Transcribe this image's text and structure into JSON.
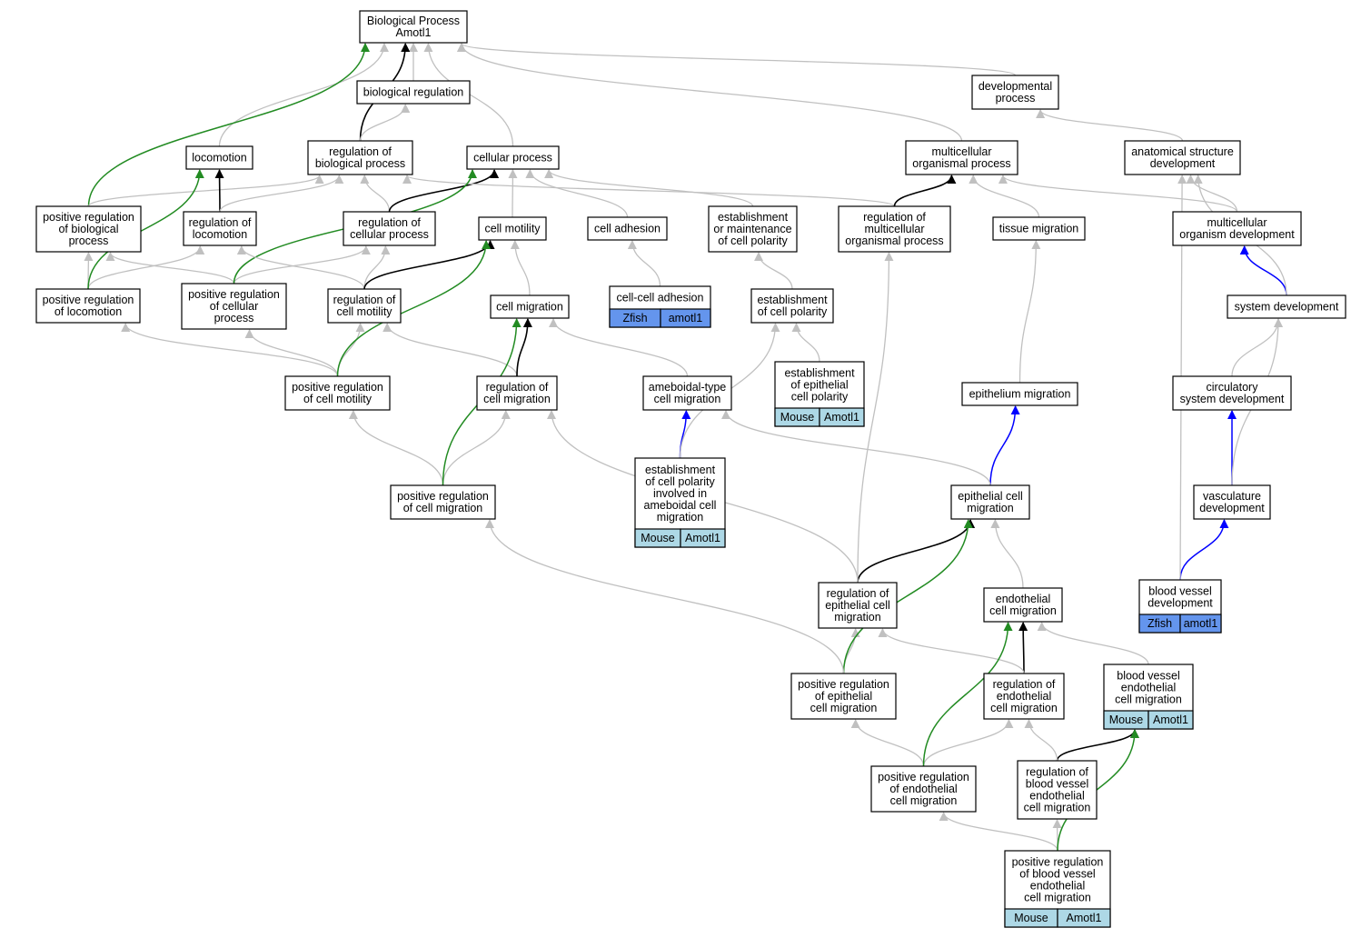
{
  "colors": {
    "is_a": "#c0c0c0",
    "part_of": "#000000",
    "positively_regulates": "#228b22",
    "regulates_blue": "#0000ff",
    "species_zfish": "#6495ed",
    "species_mouse": "#add8e6"
  },
  "nodes": {
    "root": {
      "lines": [
        "Biological Process",
        "Amotl1"
      ]
    },
    "bioreg": {
      "lines": [
        "biological regulation"
      ]
    },
    "devproc": {
      "lines": [
        "developmental",
        "process"
      ]
    },
    "locomotion": {
      "lines": [
        "locomotion"
      ]
    },
    "regbio": {
      "lines": [
        "regulation of",
        "biological process"
      ]
    },
    "cellproc": {
      "lines": [
        "cellular process"
      ]
    },
    "multiorg": {
      "lines": [
        "multicellular",
        "organismal process"
      ]
    },
    "anatdev": {
      "lines": [
        "anatomical structure",
        "development"
      ]
    },
    "posregbio": {
      "lines": [
        "positive regulation",
        "of biological",
        "process"
      ]
    },
    "regloco": {
      "lines": [
        "regulation of",
        "locomotion"
      ]
    },
    "regcell": {
      "lines": [
        "regulation of",
        "cellular process"
      ]
    },
    "cellmot": {
      "lines": [
        "cell motility"
      ]
    },
    "celladh": {
      "lines": [
        "cell adhesion"
      ]
    },
    "estmaint": {
      "lines": [
        "establishment",
        "or maintenance",
        "of cell polarity"
      ]
    },
    "regmulti": {
      "lines": [
        "regulation of",
        "multicellular",
        "organismal process"
      ]
    },
    "tissuemig": {
      "lines": [
        "tissue migration"
      ]
    },
    "multidev": {
      "lines": [
        "multicellular",
        "organism development"
      ]
    },
    "posregloco": {
      "lines": [
        "positive regulation",
        "of locomotion"
      ]
    },
    "posregcellproc": {
      "lines": [
        "positive regulation",
        "of cellular",
        "process"
      ]
    },
    "regcellmot": {
      "lines": [
        "regulation of",
        "cell motility"
      ]
    },
    "cellmig": {
      "lines": [
        "cell migration"
      ]
    },
    "ccadh": {
      "lines": [
        "cell-cell adhesion"
      ],
      "species": [
        "Zfish",
        "amotl1"
      ],
      "species_kind": "zfish"
    },
    "estpol": {
      "lines": [
        "establishment",
        "of cell polarity"
      ]
    },
    "sysdev": {
      "lines": [
        "system development"
      ]
    },
    "posregcellmot": {
      "lines": [
        "positive regulation",
        "of cell motility"
      ]
    },
    "regcellmig": {
      "lines": [
        "regulation of",
        "cell migration"
      ]
    },
    "amoeb": {
      "lines": [
        "ameboidal-type",
        "cell migration"
      ]
    },
    "estepipol": {
      "lines": [
        "establishment",
        "of epithelial",
        "cell polarity"
      ],
      "species": [
        "Mouse",
        "Amotl1"
      ],
      "species_kind": "mouse"
    },
    "epimig": {
      "lines": [
        "epithelium migration"
      ]
    },
    "circdev": {
      "lines": [
        "circulatory",
        "system development"
      ]
    },
    "estpolamoeb": {
      "lines": [
        "establishment",
        "of cell polarity",
        "involved in",
        "ameboidal cell",
        "migration"
      ],
      "species": [
        "Mouse",
        "Amotl1"
      ],
      "species_kind": "mouse"
    },
    "posregcellmig": {
      "lines": [
        "positive regulation",
        "of cell migration"
      ]
    },
    "epicellmig": {
      "lines": [
        "epithelial cell",
        "migration"
      ]
    },
    "vascdev": {
      "lines": [
        "vasculature",
        "development"
      ]
    },
    "bvdev": {
      "lines": [
        "blood vessel",
        "development"
      ],
      "species": [
        "Zfish",
        "amotl1"
      ],
      "species_kind": "zfish"
    },
    "regepicellmig": {
      "lines": [
        "regulation of",
        "epithelial cell",
        "migration"
      ]
    },
    "endomig": {
      "lines": [
        "endothelial",
        "cell migration"
      ]
    },
    "posregepi": {
      "lines": [
        "positive regulation",
        "of epithelial",
        "cell migration"
      ]
    },
    "regendo": {
      "lines": [
        "regulation of",
        "endothelial",
        "cell migration"
      ]
    },
    "bvendo": {
      "lines": [
        "blood vessel",
        "endothelial",
        "cell migration"
      ],
      "species": [
        "Mouse",
        "Amotl1"
      ],
      "species_kind": "mouse"
    },
    "posregendo": {
      "lines": [
        "positive regulation",
        "of endothelial",
        "cell migration"
      ]
    },
    "regbvendo": {
      "lines": [
        "regulation of",
        "blood vessel",
        "endothelial",
        "cell migration"
      ]
    },
    "posregbvendo": {
      "lines": [
        "positive regulation",
        "of blood vessel",
        "endothelial",
        "cell migration"
      ],
      "species": [
        "Mouse",
        "Amotl1"
      ],
      "species_kind": "mouse"
    }
  },
  "edges": [
    {
      "from": "bioreg",
      "to": "root",
      "type": "gray"
    },
    {
      "from": "devproc",
      "to": "root",
      "type": "gray"
    },
    {
      "from": "locomotion",
      "to": "root",
      "type": "gray"
    },
    {
      "from": "regbio",
      "to": "root",
      "type": "black"
    },
    {
      "from": "regbio",
      "to": "bioreg",
      "type": "gray"
    },
    {
      "from": "cellproc",
      "to": "root",
      "type": "gray"
    },
    {
      "from": "multiorg",
      "to": "root",
      "type": "gray"
    },
    {
      "from": "anatdev",
      "to": "devproc",
      "type": "gray"
    },
    {
      "from": "posregbio",
      "to": "root",
      "type": "green"
    },
    {
      "from": "posregbio",
      "to": "regbio",
      "type": "gray"
    },
    {
      "from": "regloco",
      "to": "locomotion",
      "type": "black"
    },
    {
      "from": "regloco",
      "to": "regbio",
      "type": "gray"
    },
    {
      "from": "regcell",
      "to": "regbio",
      "type": "gray"
    },
    {
      "from": "regcell",
      "to": "cellproc",
      "type": "black"
    },
    {
      "from": "cellmot",
      "to": "cellproc",
      "type": "gray"
    },
    {
      "from": "celladh",
      "to": "cellproc",
      "type": "gray"
    },
    {
      "from": "estmaint",
      "to": "cellproc",
      "type": "gray"
    },
    {
      "from": "regmulti",
      "to": "regbio",
      "type": "gray"
    },
    {
      "from": "regmulti",
      "to": "multiorg",
      "type": "black"
    },
    {
      "from": "tissuemig",
      "to": "multiorg",
      "type": "gray"
    },
    {
      "from": "multidev",
      "to": "multiorg",
      "type": "gray"
    },
    {
      "from": "multidev",
      "to": "anatdev",
      "type": "gray"
    },
    {
      "from": "posregloco",
      "to": "posregbio",
      "type": "gray"
    },
    {
      "from": "posregloco",
      "to": "regloco",
      "type": "gray"
    },
    {
      "from": "posregloco",
      "to": "locomotion",
      "type": "green"
    },
    {
      "from": "posregcellproc",
      "to": "posregbio",
      "type": "gray"
    },
    {
      "from": "posregcellproc",
      "to": "regcell",
      "type": "gray"
    },
    {
      "from": "posregcellproc",
      "to": "cellproc",
      "type": "green"
    },
    {
      "from": "regcellmot",
      "to": "regloco",
      "type": "gray"
    },
    {
      "from": "regcellmot",
      "to": "regcell",
      "type": "gray"
    },
    {
      "from": "regcellmot",
      "to": "cellmot",
      "type": "black"
    },
    {
      "from": "cellmig",
      "to": "cellmot",
      "type": "gray"
    },
    {
      "from": "ccadh",
      "to": "celladh",
      "type": "gray"
    },
    {
      "from": "estpol",
      "to": "estmaint",
      "type": "gray"
    },
    {
      "from": "sysdev",
      "to": "multidev",
      "type": "blue"
    },
    {
      "from": "sysdev",
      "to": "anatdev",
      "type": "gray"
    },
    {
      "from": "posregcellmot",
      "to": "posregloco",
      "type": "gray"
    },
    {
      "from": "posregcellmot",
      "to": "posregcellproc",
      "type": "gray"
    },
    {
      "from": "posregcellmot",
      "to": "regcellmot",
      "type": "gray"
    },
    {
      "from": "posregcellmot",
      "to": "cellmot",
      "type": "green"
    },
    {
      "from": "regcellmig",
      "to": "regcellmot",
      "type": "gray"
    },
    {
      "from": "regcellmig",
      "to": "cellmig",
      "type": "black"
    },
    {
      "from": "amoeb",
      "to": "cellmig",
      "type": "gray"
    },
    {
      "from": "estepipol",
      "to": "estpol",
      "type": "gray"
    },
    {
      "from": "epimig",
      "to": "tissuemig",
      "type": "gray"
    },
    {
      "from": "circdev",
      "to": "sysdev",
      "type": "gray"
    },
    {
      "from": "estpolamoeb",
      "to": "amoeb",
      "type": "blue"
    },
    {
      "from": "estpolamoeb",
      "to": "estpol",
      "type": "gray"
    },
    {
      "from": "posregcellmig",
      "to": "posregcellmot",
      "type": "gray"
    },
    {
      "from": "posregcellmig",
      "to": "regcellmig",
      "type": "gray"
    },
    {
      "from": "posregcellmig",
      "to": "cellmig",
      "type": "green"
    },
    {
      "from": "epicellmig",
      "to": "epimig",
      "type": "blue"
    },
    {
      "from": "epicellmig",
      "to": "amoeb",
      "type": "gray"
    },
    {
      "from": "vascdev",
      "to": "circdev",
      "type": "blue"
    },
    {
      "from": "vascdev",
      "to": "sysdev",
      "type": "gray"
    },
    {
      "from": "bvdev",
      "to": "vascdev",
      "type": "blue"
    },
    {
      "from": "bvdev",
      "to": "anatdev",
      "type": "gray"
    },
    {
      "from": "regepicellmig",
      "to": "epicellmig",
      "type": "black"
    },
    {
      "from": "regepicellmig",
      "to": "regmulti",
      "type": "gray"
    },
    {
      "from": "regepicellmig",
      "to": "regcellmig",
      "type": "gray"
    },
    {
      "from": "endomig",
      "to": "epicellmig",
      "type": "gray"
    },
    {
      "from": "posregepi",
      "to": "regepicellmig",
      "type": "gray"
    },
    {
      "from": "posregepi",
      "to": "epicellmig",
      "type": "green"
    },
    {
      "from": "posregepi",
      "to": "posregcellmig",
      "type": "gray"
    },
    {
      "from": "regendo",
      "to": "endomig",
      "type": "black"
    },
    {
      "from": "regendo",
      "to": "regepicellmig",
      "type": "gray"
    },
    {
      "from": "bvendo",
      "to": "endomig",
      "type": "gray"
    },
    {
      "from": "posregendo",
      "to": "posregepi",
      "type": "gray"
    },
    {
      "from": "posregendo",
      "to": "regendo",
      "type": "gray"
    },
    {
      "from": "posregendo",
      "to": "endomig",
      "type": "green"
    },
    {
      "from": "regbvendo",
      "to": "bvendo",
      "type": "black"
    },
    {
      "from": "regbvendo",
      "to": "regendo",
      "type": "gray"
    },
    {
      "from": "posregbvendo",
      "to": "posregendo",
      "type": "gray"
    },
    {
      "from": "posregbvendo",
      "to": "regbvendo",
      "type": "gray"
    },
    {
      "from": "posregbvendo",
      "to": "bvendo",
      "type": "green"
    }
  ]
}
